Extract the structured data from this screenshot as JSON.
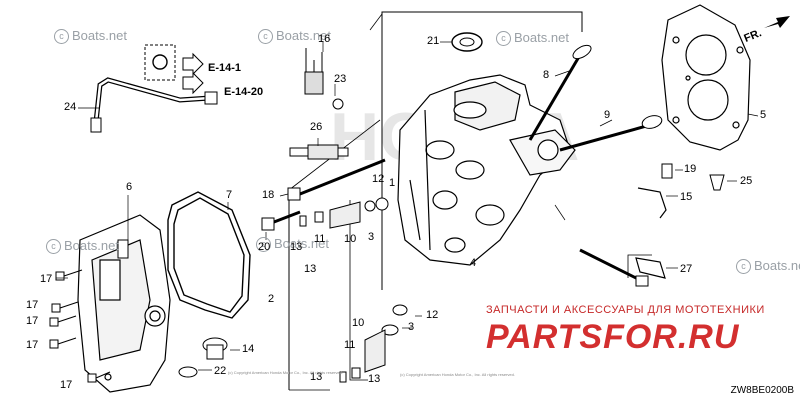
{
  "diagram": {
    "code": "ZW8BE0200B",
    "direction_label": "FR.",
    "refs": [
      "E-14-1",
      "E-14-20"
    ],
    "watermarks": [
      "Boats.net",
      "Boats.net",
      "Boats.net",
      "Boats.net",
      "Boats.net",
      "Boats.net"
    ],
    "brand_mark": "HONDA",
    "promo": {
      "title": "ЗАПЧАСТИ И АКСЕССУАРЫ ДЛЯ МОТОТЕХНИКИ",
      "logo": "PARTSFOR.RU"
    },
    "fine_print": "(c) Copyright American Honda Motor Co., Inc. All rights reserved.",
    "labels": {
      "l1": "1",
      "l2": "2",
      "l3a": "3",
      "l3b": "3",
      "l4": "4",
      "l5": "5",
      "l6": "6",
      "l7": "7",
      "l8": "8",
      "l9": "9",
      "l10a": "10",
      "l10b": "10",
      "l11a": "11",
      "l11b": "11",
      "l12a": "12",
      "l12b": "12",
      "l13a": "13",
      "l13b": "13",
      "l13c": "13",
      "l13d": "13",
      "l14": "14",
      "l15": "15",
      "l16": "16",
      "l17a": "17",
      "l17b": "17",
      "l17c": "17",
      "l17d": "17",
      "l17e": "17",
      "l18": "18",
      "l19": "19",
      "l20": "20",
      "l21": "21",
      "l22": "22",
      "l23": "23",
      "l24": "24",
      "l25": "25",
      "l26": "26",
      "l27": "27"
    }
  }
}
